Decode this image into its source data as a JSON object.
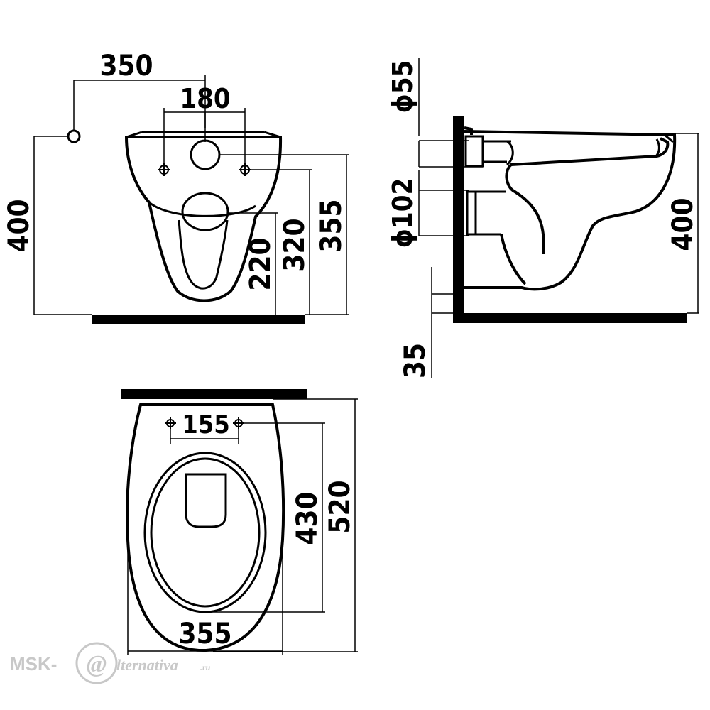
{
  "front_view": {
    "dims": {
      "outlet_offset": "350",
      "fixing_bolt_spacing": "180",
      "total_height": "400",
      "bolt_height": "355",
      "inlet_height": "320",
      "outlet_height": "220"
    }
  },
  "side_view": {
    "dims": {
      "inlet_diameter": "ϕ55",
      "outlet_diameter": "ϕ102",
      "height": "400",
      "floor_offset": "35"
    }
  },
  "top_view": {
    "dims": {
      "seat_bolt_spacing": "155",
      "width": "355",
      "bolt_to_front": "430",
      "depth": "520"
    }
  },
  "watermark": {
    "prefix": "MSK-",
    "at_symbol": "@",
    "suffix": "lternativa",
    "domain": ".ru"
  },
  "colors": {
    "line": "#000000",
    "watermark": "#c8c8c8"
  }
}
